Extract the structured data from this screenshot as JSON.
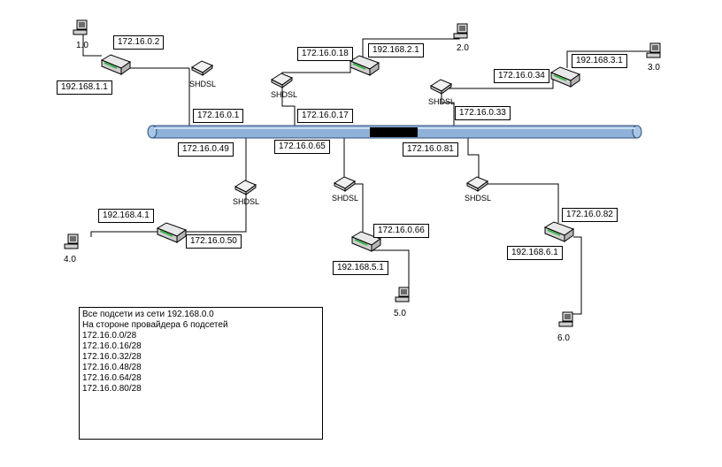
{
  "links": {
    "l1_lan": "192.168.1.1",
    "l1_wan": "172.16.0.2",
    "l1_isp": "172.16.0.1",
    "l2_lan": "192.168.2.1",
    "l2_wan": "172.16.0.18",
    "l2_isp": "172.16.0.17",
    "l3_lan": "192.168.3.1",
    "l3_wan": "172.16.0.34",
    "l3_isp": "172.16.0.33",
    "l4_lan": "192.168.4.1",
    "l4_wan": "172.16.0.50",
    "l4_isp": "172.16.0.49",
    "l5_lan": "192.168.5.1",
    "l5_wan": "172.16.0.66",
    "l5_isp": "172.16.0.65",
    "l6_lan": "192.168.6.1",
    "l6_wan": "172.16.0.82",
    "l6_isp": "172.16.0.81"
  },
  "modem_label": "SHDSL",
  "pcs": [
    "1.0",
    "2.0",
    "3.0",
    "4.0",
    "5.0",
    "6.0"
  ],
  "note": {
    "lines": [
      "Все подсети из сети 192.168.0.0",
      "На стороне провайдера 6 подсетей",
      "172.16.0.0/28",
      "172.16.0.16/28",
      "172.16.0.32/28",
      "172.16.0.48/28",
      "172.16.0.64/28",
      "172.16.0.80/28"
    ]
  },
  "colors": {
    "backbone_fill": "#8fb2d8",
    "backbone_stroke": "#2f4f7a",
    "router_led": "#3cb44b"
  }
}
